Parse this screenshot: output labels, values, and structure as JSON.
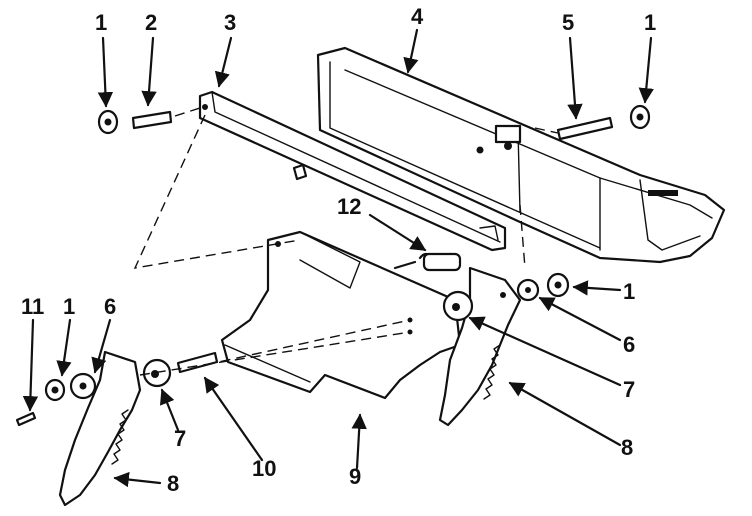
{
  "callouts": [
    {
      "id": "c1a",
      "text": "1"
    },
    {
      "id": "c2",
      "text": "2"
    },
    {
      "id": "c3",
      "text": "3"
    },
    {
      "id": "c4",
      "text": "4"
    },
    {
      "id": "c5",
      "text": "5"
    },
    {
      "id": "c1b",
      "text": "1"
    },
    {
      "id": "c12",
      "text": "12"
    },
    {
      "id": "c1c",
      "text": "1"
    },
    {
      "id": "c6a",
      "text": "6"
    },
    {
      "id": "c7a",
      "text": "7"
    },
    {
      "id": "c8a",
      "text": "8"
    },
    {
      "id": "c11",
      "text": "11"
    },
    {
      "id": "c1d",
      "text": "1"
    },
    {
      "id": "c6b",
      "text": "6"
    },
    {
      "id": "c7b",
      "text": "7"
    },
    {
      "id": "c10",
      "text": "10"
    },
    {
      "id": "c9",
      "text": "9"
    },
    {
      "id": "c8b",
      "text": "8"
    }
  ]
}
